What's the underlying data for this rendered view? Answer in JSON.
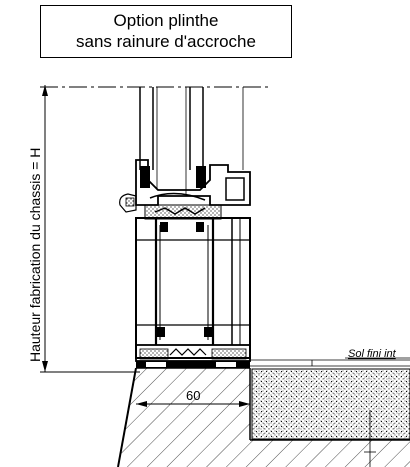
{
  "title": {
    "line1": "Option plinthe",
    "line2": "sans rainure d'accroche"
  },
  "labels": {
    "height_label": "Hauteur fabrication du chassis = H",
    "floor_label": "Sol fini int",
    "dimension_value": "60"
  },
  "colors": {
    "ink": "#000000",
    "background": "#ffffff"
  }
}
